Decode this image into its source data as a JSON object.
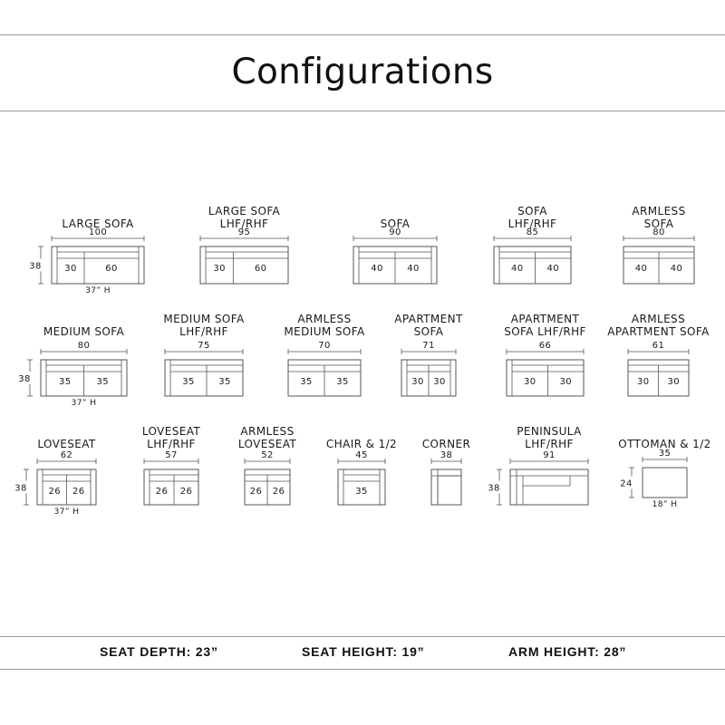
{
  "title": "Configurations",
  "footer": {
    "seat_depth": "SEAT DEPTH: 23”",
    "seat_height": "SEAT HEIGHT: 19”",
    "arm_height": "ARM HEIGHT: 28”"
  },
  "configurations": [
    {
      "id": "large-sofa",
      "name": [
        "LARGE SOFA"
      ],
      "width": "100",
      "seats": [
        "30",
        "60"
      ],
      "left_arm": true,
      "right_arm": true,
      "depth": "38",
      "height": "37” H"
    },
    {
      "id": "large-sofa-lhf-rhf",
      "name": [
        "LARGE SOFA",
        "LHF/RHF"
      ],
      "width": "95",
      "seats": [
        "30",
        "60"
      ],
      "left_arm": true,
      "right_arm": false
    },
    {
      "id": "sofa",
      "name": [
        "SOFA"
      ],
      "width": "90",
      "seats": [
        "40",
        "40"
      ],
      "left_arm": true,
      "right_arm": true
    },
    {
      "id": "sofa-lhf-rhf",
      "name": [
        "SOFA",
        "LHF/RHF"
      ],
      "width": "85",
      "seats": [
        "40",
        "40"
      ],
      "left_arm": true,
      "right_arm": false
    },
    {
      "id": "armless-sofa",
      "name": [
        "ARMLESS",
        "SOFA"
      ],
      "width": "80",
      "seats": [
        "40",
        "40"
      ],
      "left_arm": false,
      "right_arm": false
    },
    {
      "id": "medium-sofa",
      "name": [
        "MEDIUM SOFA"
      ],
      "width": "80",
      "seats": [
        "35",
        "35"
      ],
      "left_arm": true,
      "right_arm": true,
      "depth": "38",
      "height": "37” H"
    },
    {
      "id": "medium-sofa-lhf-rhf",
      "name": [
        "MEDIUM SOFA",
        "LHF/RHF"
      ],
      "width": "75",
      "seats": [
        "35",
        "35"
      ],
      "left_arm": true,
      "right_arm": false
    },
    {
      "id": "armless-medium-sofa",
      "name": [
        "ARMLESS",
        "MEDIUM SOFA"
      ],
      "width": "70",
      "seats": [
        "35",
        "35"
      ],
      "left_arm": false,
      "right_arm": false
    },
    {
      "id": "apartment-sofa",
      "name": [
        "APARTMENT",
        "SOFA"
      ],
      "width": "71",
      "seats": [
        "30",
        "30"
      ],
      "left_arm": true,
      "right_arm": true
    },
    {
      "id": "apartment-sofa-lhf-rhf",
      "name": [
        "APARTMENT",
        "SOFA LHF/RHF"
      ],
      "width": "66",
      "seats": [
        "30",
        "30"
      ],
      "left_arm": true,
      "right_arm": false
    },
    {
      "id": "armless-apartment-sofa",
      "name": [
        "ARMLESS",
        "APARTMENT SOFA"
      ],
      "width": "61",
      "seats": [
        "30",
        "30"
      ],
      "left_arm": false,
      "right_arm": false
    },
    {
      "id": "loveseat",
      "name": [
        "LOVESEAT"
      ],
      "width": "62",
      "seats": [
        "26",
        "26"
      ],
      "left_arm": true,
      "right_arm": true,
      "depth": "38",
      "height": "37” H"
    },
    {
      "id": "loveseat-lhf-rhf",
      "name": [
        "LOVESEAT",
        "LHF/RHF"
      ],
      "width": "57",
      "seats": [
        "26",
        "26"
      ],
      "left_arm": true,
      "right_arm": false
    },
    {
      "id": "armless-loveseat",
      "name": [
        "ARMLESS",
        "LOVESEAT"
      ],
      "width": "52",
      "seats": [
        "26",
        "26"
      ],
      "left_arm": false,
      "right_arm": false
    },
    {
      "id": "chair-and-half",
      "name": [
        "CHAIR & 1/2"
      ],
      "width": "45",
      "seats": [
        "35"
      ],
      "left_arm": true,
      "right_arm": true
    },
    {
      "id": "corner",
      "name": [
        "CORNER"
      ],
      "width": "38",
      "seats": [],
      "corner": true
    },
    {
      "id": "peninsula-lhf-rhf",
      "name": [
        "PENINSULA",
        "LHF/RHF"
      ],
      "width": "91",
      "seats": [],
      "peninsula": true,
      "depth": "38"
    },
    {
      "id": "ottoman-and-half",
      "name": [
        "OTTOMAN & 1/2"
      ],
      "width": "35",
      "seats": [],
      "ottoman": true,
      "depth": "24",
      "height": "18” H"
    }
  ]
}
